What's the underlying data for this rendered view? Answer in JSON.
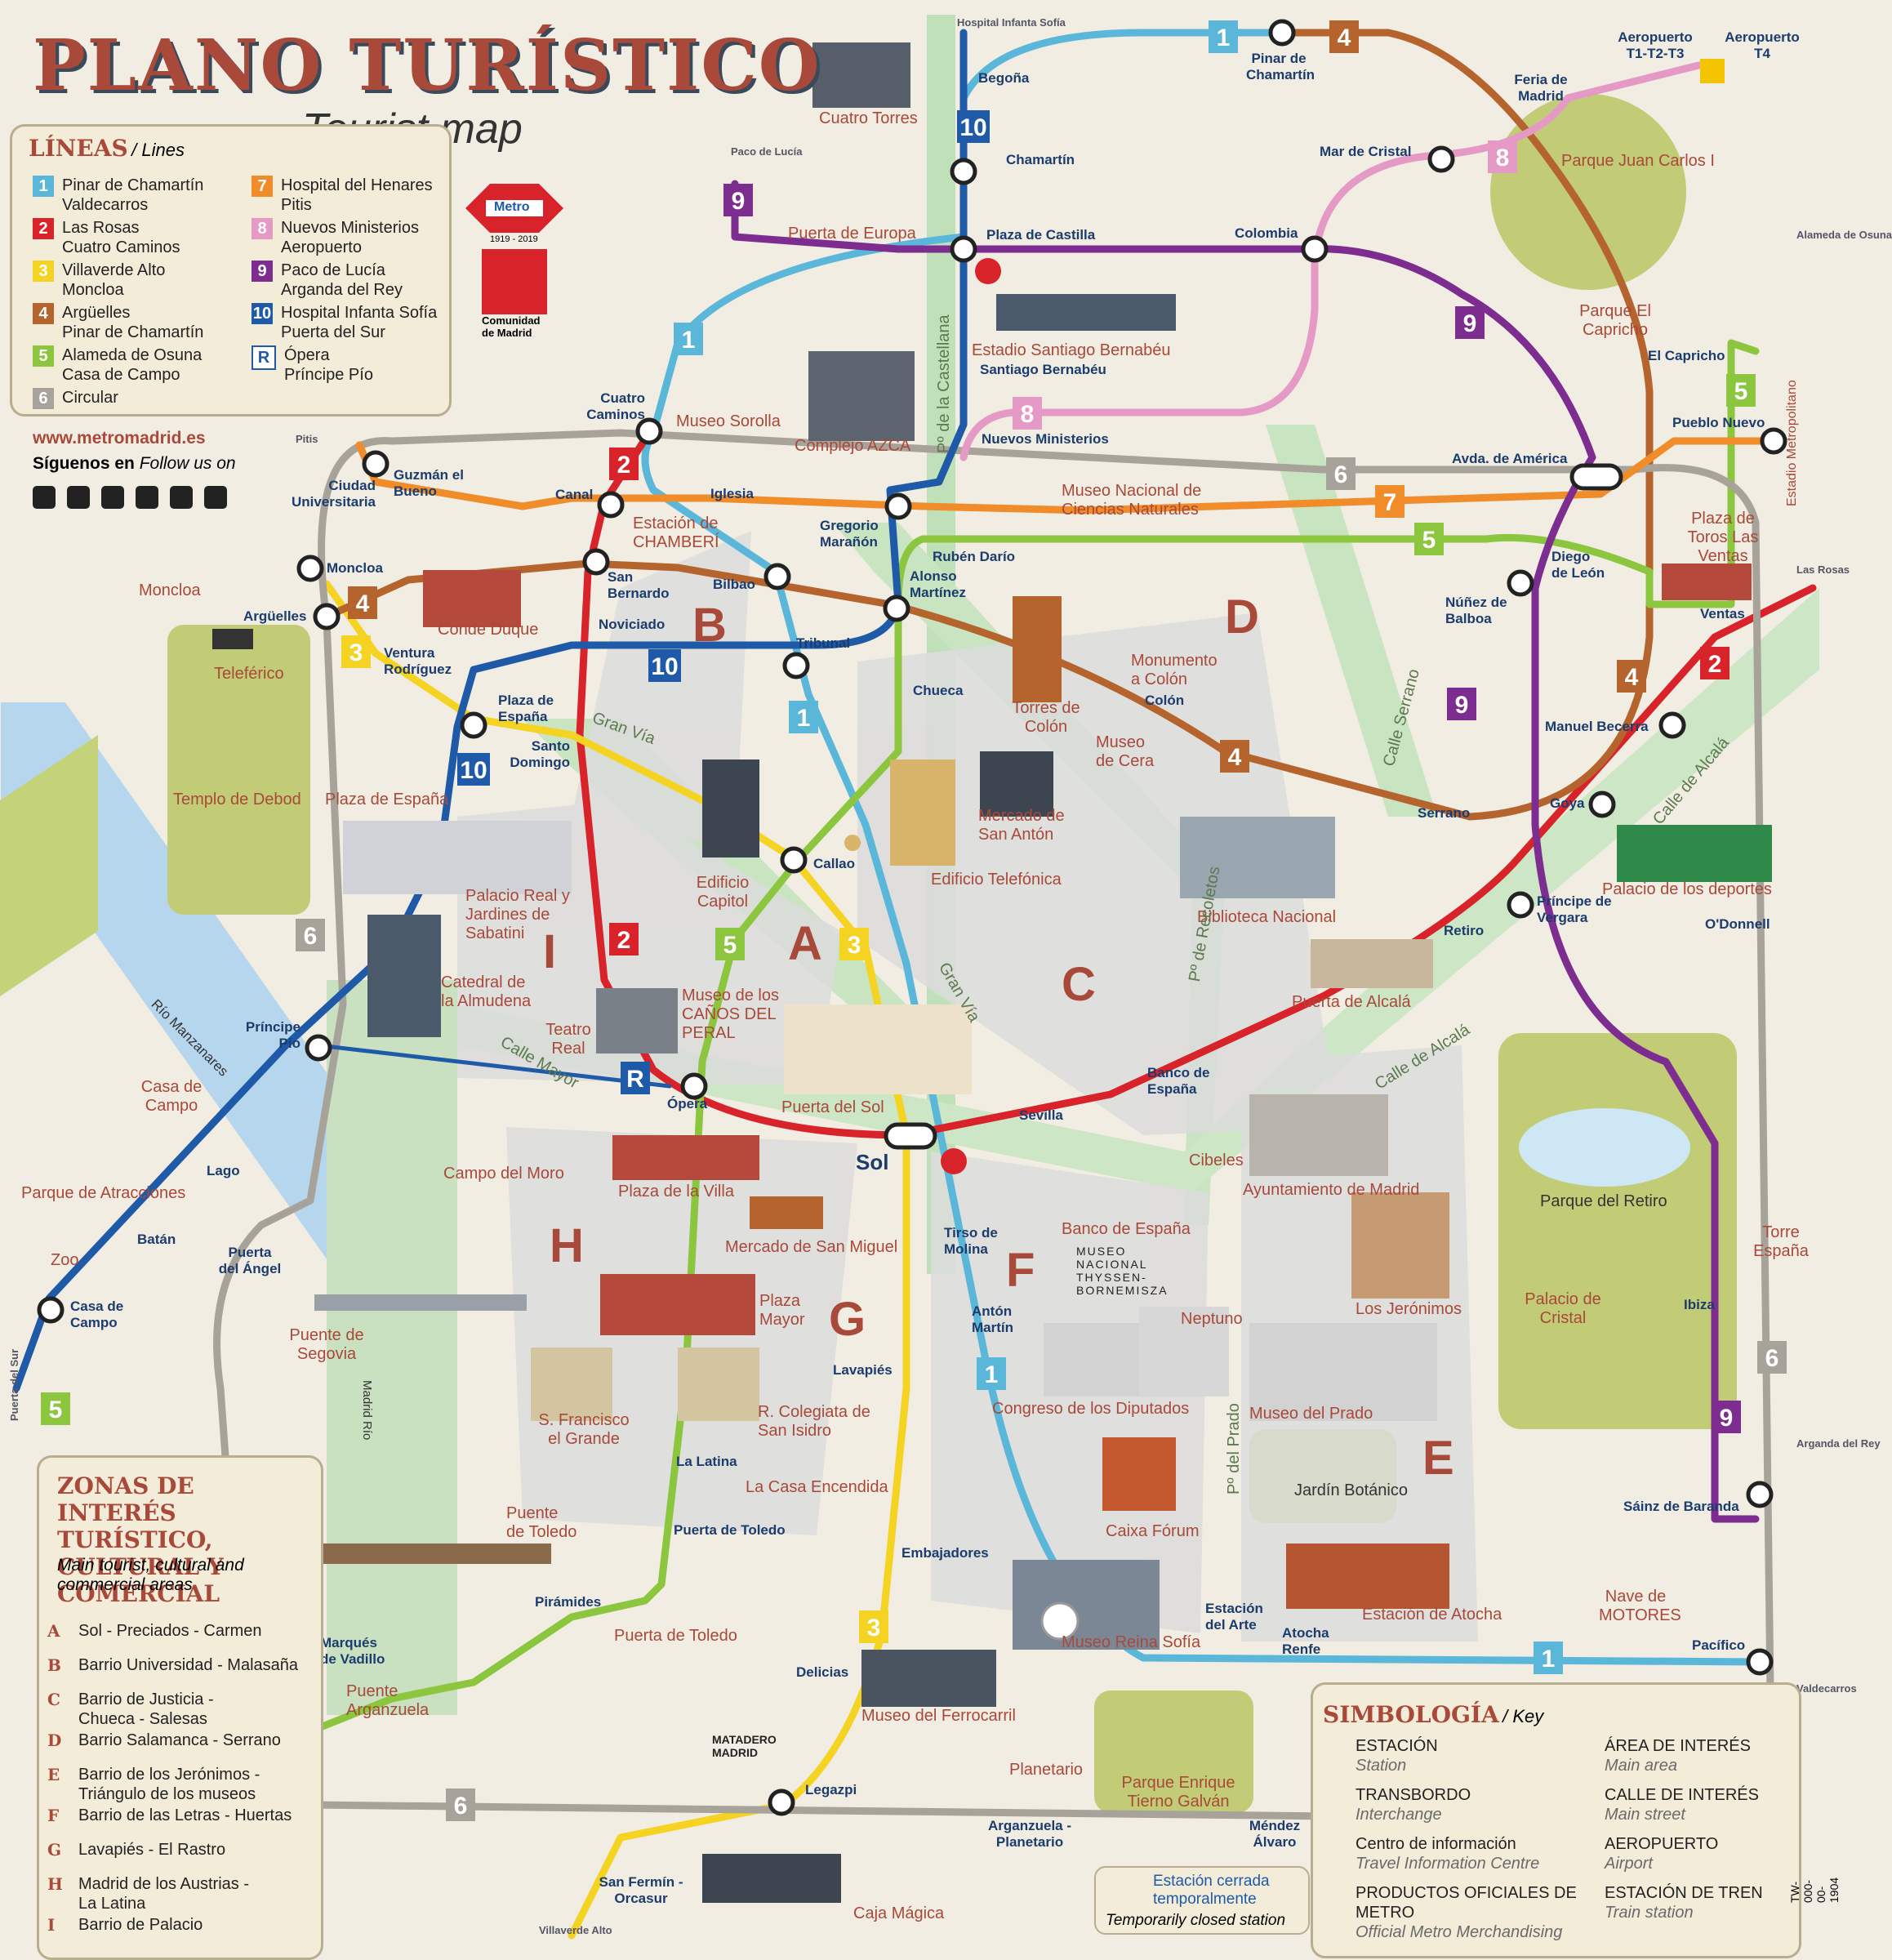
{
  "header": {
    "title": "PLANO TURÍSTICO",
    "subtitle": "Tourist map",
    "lines_heading": "LÍNEAS",
    "lines_heading_en": "/ Lines"
  },
  "lines": [
    {
      "num": "1",
      "color": "#5bb7da",
      "text": "Pinar de Chamartín\nValdecarros"
    },
    {
      "num": "2",
      "color": "#d8232a",
      "text": "Las Rosas\nCuatro Caminos"
    },
    {
      "num": "3",
      "color": "#f5d322",
      "text": "Villaverde Alto\nMoncloa"
    },
    {
      "num": "4",
      "color": "#b5642d",
      "text": "Argüelles\nPinar de Chamartín"
    },
    {
      "num": "5",
      "color": "#8cc63f",
      "text": "Alameda de Osuna\nCasa de Campo"
    },
    {
      "num": "6",
      "color": "#a7a39a",
      "text": "Circular"
    },
    {
      "num": "7",
      "color": "#f08c2a",
      "text": "Hospital del Henares\nPitis"
    },
    {
      "num": "8",
      "color": "#e49ac5",
      "text": "Nuevos Ministerios\nAeropuerto"
    },
    {
      "num": "9",
      "color": "#7d2d8f",
      "text": "Paco de Lucía\nArganda del Rey"
    },
    {
      "num": "10",
      "color": "#1f5aa8",
      "text": "Hospital Infanta Sofía\nPuerta del Sur"
    },
    {
      "num": "R",
      "color": "#1f5aa8",
      "text": "Ópera\nPríncipe Pío"
    }
  ],
  "logo": {
    "metro": "Metro",
    "years": "1919 - 2019",
    "community": "Comunidad\nde Madrid"
  },
  "web": {
    "url": "www.metromadrid.es",
    "follow": "Síguenos en",
    "follow_en": "Follow us on",
    "icons": [
      "facebook-icon",
      "instagram-icon",
      "twitter-icon",
      "youtube-icon",
      "linkedin-icon",
      "spotify-icon"
    ]
  },
  "zones": {
    "heading": "ZONAS DE INTERÉS TURÍSTICO, CULTURAL Y COMERCIAL",
    "heading_en": "Main tourist, cultural and commercial areas",
    "items": [
      {
        "letter": "A",
        "text": "Sol - Preciados - Carmen"
      },
      {
        "letter": "B",
        "text": "Barrio Universidad - Malasaña"
      },
      {
        "letter": "C",
        "text": "Barrio de Justicia -\nChueca - Salesas"
      },
      {
        "letter": "D",
        "text": "Barrio Salamanca - Serrano"
      },
      {
        "letter": "E",
        "text": "Barrio de los Jerónimos -\nTriángulo de los museos"
      },
      {
        "letter": "F",
        "text": "Barrio de las Letras - Huertas"
      },
      {
        "letter": "G",
        "text": "Lavapiés - El Rastro"
      },
      {
        "letter": "H",
        "text": "Madrid de los Austrias -\nLa Latina"
      },
      {
        "letter": "I",
        "text": "Barrio de Palacio"
      }
    ]
  },
  "key": {
    "heading": "SIMBOLOGÍA",
    "heading_en": "/ Key",
    "items": [
      {
        "text": "ESTACIÓN",
        "en": "Station"
      },
      {
        "text": "TRANSBORDO",
        "en": "Interchange"
      },
      {
        "text": "Centro de información",
        "en": "Travel Information Centre"
      },
      {
        "text": "PRODUCTOS OFICIALES DE METRO",
        "en": "Official Metro Merchandising"
      },
      {
        "text": "ÁREA DE INTERÉS",
        "en": "Main area"
      },
      {
        "text": "CALLE DE INTERÉS",
        "en": "Main street"
      },
      {
        "text": "AEROPUERTO",
        "en": "Airport"
      },
      {
        "text": "ESTACIÓN DE TREN",
        "en": "Train station"
      }
    ],
    "closed": "Estación cerrada\ntemporalmente",
    "closed_en": "Temporarily closed station"
  },
  "code": "TW-000-00-1904",
  "stations": [
    "Hospital Infanta Sofía",
    "Begoña",
    "Chamartín",
    "Plaza de Castilla",
    "Santiago Bernabéu",
    "Nuevos Ministerios",
    "Gregorio Marañón",
    "Rubén Darío",
    "Alonso Martínez",
    "Chueca",
    "Tribunal",
    "Bilbao",
    "Iglesia",
    "Canal",
    "Cuatro Caminos",
    "Guzmán el Bueno",
    "Ciudad Universitaria",
    "Moncloa",
    "Argüelles",
    "Ventura Rodríguez",
    "Plaza de España",
    "Santo Domingo",
    "Noviciado",
    "San Bernardo",
    "Callao",
    "Sol",
    "Sevilla",
    "Banco de España",
    "Retiro",
    "Príncipe de Vergara",
    "Goya",
    "Manuel Becerra",
    "Ventas",
    "Serrano",
    "Colón",
    "Núñez de Balboa",
    "Diego de León",
    "Avda. de América",
    "Colombia",
    "Mar de Cristal",
    "Pinar de Chamartín",
    "Feria de Madrid",
    "Aeropuerto T1-T2-T3",
    "Aeropuerto T4",
    "El Capricho",
    "Pueblo Nuevo",
    "O'Donnell",
    "Ibiza",
    "Sáinz de Baranda",
    "Pacífico",
    "Atocha Renfe",
    "Estación del Arte",
    "Antón Martín",
    "Tirso de Molina",
    "Lavapiés",
    "Embajadores",
    "Delicias",
    "Legazpi",
    "San Fermín - Orcasur",
    "Arganzuela - Planetario",
    "Méndez Álvaro",
    "Marqués de Vadillo",
    "Pirámides",
    "Puerta de Toledo",
    "La Latina",
    "Ópera",
    "Príncipe Pío",
    "Lago",
    "Batán",
    "Casa de Campo",
    "Puerta del Ángel",
    "Paco de Lucía",
    "Pitis",
    "Villaverde Alto",
    "Puerta del Sur",
    "Valdecarros",
    "Arganda del Rey",
    "Alameda de Osuna",
    "Las Rosas"
  ],
  "landmarks": [
    "Cuatro Torres",
    "Puerta de Europa",
    "Estadio Santiago Bernabéu",
    "Complejo AZCA",
    "Museo Sorolla",
    "Estación de CHAMBERÍ",
    "Museo Nacional de Ciencias Naturales",
    "Torres de Colón",
    "Monumento a Colón",
    "Museo de Cera",
    "Mercado de San Antón",
    "Edificio Telefónica",
    "Edificio Capitol",
    "Conde Duque",
    "Templo de Debod",
    "Teleférico",
    "Plaza de España",
    "Palacio Real y Jardines de Sabatini",
    "Catedral de la Almudena",
    "Teatro Real",
    "Museo de los CAÑOS DEL PERAL",
    "Puerta del Sol",
    "Plaza de la Villa",
    "Campo del Moro",
    "Mercado de San Miguel",
    "Plaza Mayor",
    "S. Francisco el Grande",
    "R. Colegiata de San Isidro",
    "La Casa Encendida",
    "Puerta de Toledo",
    "Puente de Toledo",
    "Puente de Segovia",
    "Madrid Río",
    "Puente Arganzuela",
    "Río Manzanares",
    "Casa de Campo",
    "Parque de Atracciones",
    "Zoo",
    "Biblioteca Nacional",
    "Puerta de Alcalá",
    "Palacio de los deportes",
    "Banco de España",
    "Cibeles",
    "Ayuntamiento de Madrid",
    "MUSEO NACIONAL THYSSEN-BORNEMISZA",
    "Neptuno",
    "Los Jerónimos",
    "Congreso de los Diputados",
    "Museo del Prado",
    "Caixa Fórum",
    "Jardín Botánico",
    "Museo Reina Sofía",
    "Estación de Atocha",
    "Museo del Ferrocarril",
    "Planetario",
    "Parque Enrique Tierno Galván",
    "MATADERO MADRID",
    "Caja Mágica",
    "Parque del Retiro",
    "Palacio de Cristal",
    "Torre España",
    "Parque Juan Carlos I",
    "Parque El Capricho",
    "Plaza de Toros Las Ventas",
    "Estadio Metropolitano",
    "Nave de MOTORES",
    "Moncloa",
    "Feria de Madrid"
  ],
  "streets": [
    "Gran Vía",
    "Pº de la Castellana",
    "Pº de Recoletos",
    "Pº del Prado",
    "Calle Serrano",
    "Calle de Alcalá",
    "Calle Mayor"
  ],
  "areas": [
    "A",
    "B",
    "C",
    "D",
    "E",
    "F",
    "G",
    "H",
    "I"
  ]
}
